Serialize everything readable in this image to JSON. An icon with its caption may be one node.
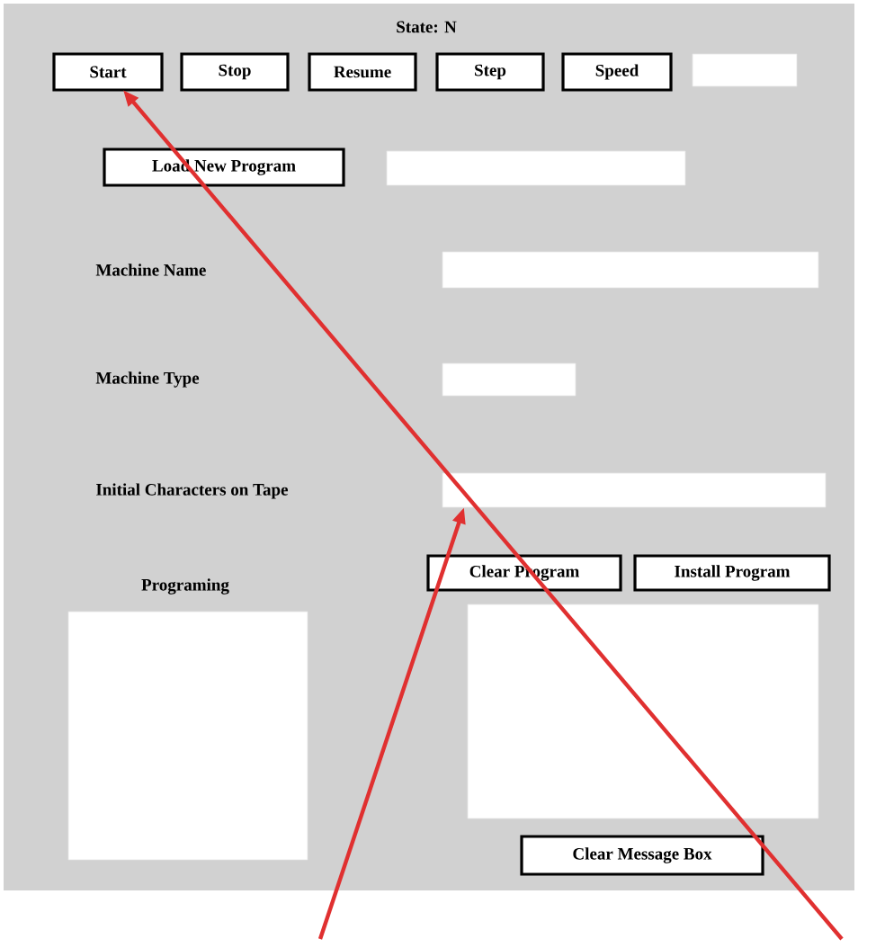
{
  "diagram": {
    "nodes": [
      {
        "text": [],
        "shape": "box"
      },
      {
        "text": [
          "Start"
        ],
        "in": 0
      },
      {
        "text": [
          "Stop"
        ],
        "in": 0
      },
      {
        "text": [
          "Resume"
        ],
        "in": 0
      },
      {
        "text": [
          "Step"
        ],
        "in": 0
      },
      {
        "text": [
          "Speed"
        ],
        "in": 0
      },
      {
        "text": [],
        "shape": "box",
        "in": 0
      },
      {
        "text": [
          "Load New Program"
        ],
        "in": 0
      },
      {
        "text": [],
        "shape": "box",
        "in": 0
      },
      {
        "text": [],
        "shape": "box",
        "in": 0
      },
      {
        "text": [],
        "shape": "box",
        "in": 0
      },
      {
        "text": [],
        "shape": "box",
        "in": 0
      },
      {
        "text": [
          "Clear Program"
        ],
        "in": 0
      },
      {
        "text": [
          "Install Program"
        ],
        "in": 0
      },
      {
        "text": [],
        "shape": "box",
        "in": 0
      },
      {
        "text": [],
        "shape": "box",
        "in": 0
      },
      {
        "text": [
          "Clear Message Box"
        ],
        "in": 0
      }
    ],
    "edges": [
      {
        "from": null,
        "to": 1,
        "arrow": "to"
      },
      {
        "from": null,
        "to": 11,
        "arrow": "to"
      }
    ],
    "labels": [
      "State: N",
      "Machine Name",
      "Machine Type",
      "Initial Characters on Tape",
      "Programing"
    ]
  }
}
